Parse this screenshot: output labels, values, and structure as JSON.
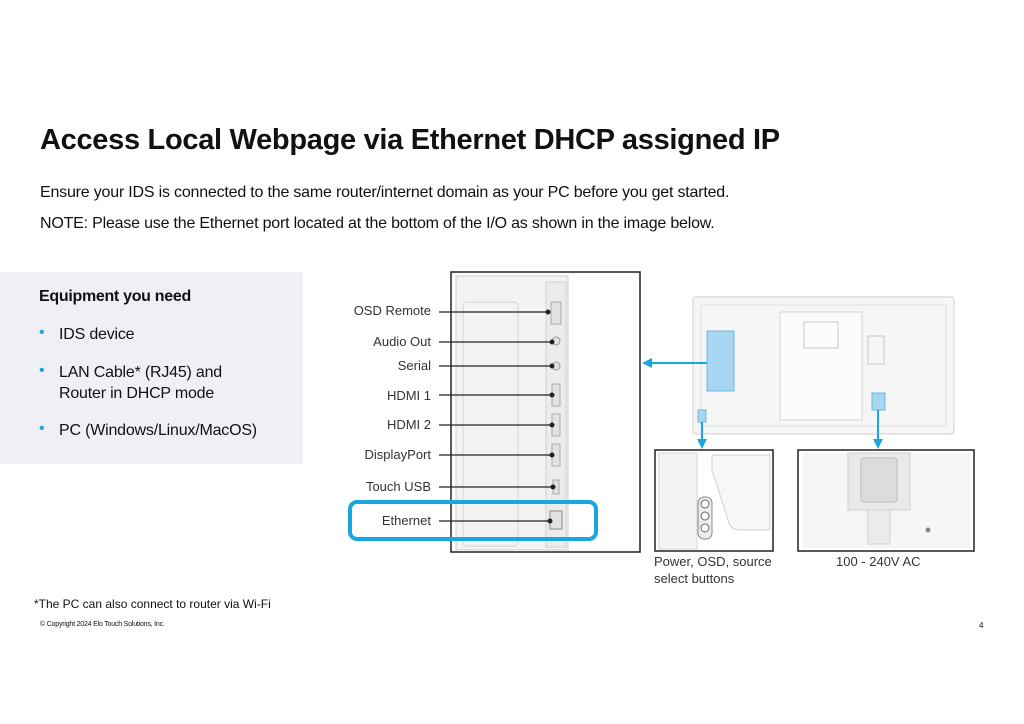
{
  "title": "Access Local Webpage via Ethernet DHCP assigned IP",
  "intro": [
    "Ensure your IDS is connected to the same router/internet domain as your PC before you get started.",
    "NOTE: Please use the Ethernet port located at the bottom of the I/O as shown in the image below."
  ],
  "equipment": {
    "heading": "Equipment you need",
    "items": [
      {
        "line1": "IDS device",
        "line2": ""
      },
      {
        "line1": "LAN Cable* (RJ45) and",
        "line2": "Router in DHCP mode"
      },
      {
        "line1": "PC (Windows/Linux/MacOS)",
        "line2": ""
      }
    ]
  },
  "ports": [
    "OSD Remote",
    "Audio Out",
    "Serial",
    "HDMI 1",
    "HDMI 2",
    "DisplayPort",
    "Touch USB",
    "Ethernet"
  ],
  "highlight_port": "Ethernet",
  "captions": {
    "left_line1": "Power, OSD, source",
    "left_line2": "select buttons",
    "right": "100 - 240V AC"
  },
  "colors": {
    "accent": "#1aa7e0",
    "panel": "#eef0f6"
  },
  "footnote": "*The PC can also connect to router via Wi-Fi",
  "copyright": "© Copyright 2024 Elo Touch Solutions, Inc.",
  "page_number": "4"
}
